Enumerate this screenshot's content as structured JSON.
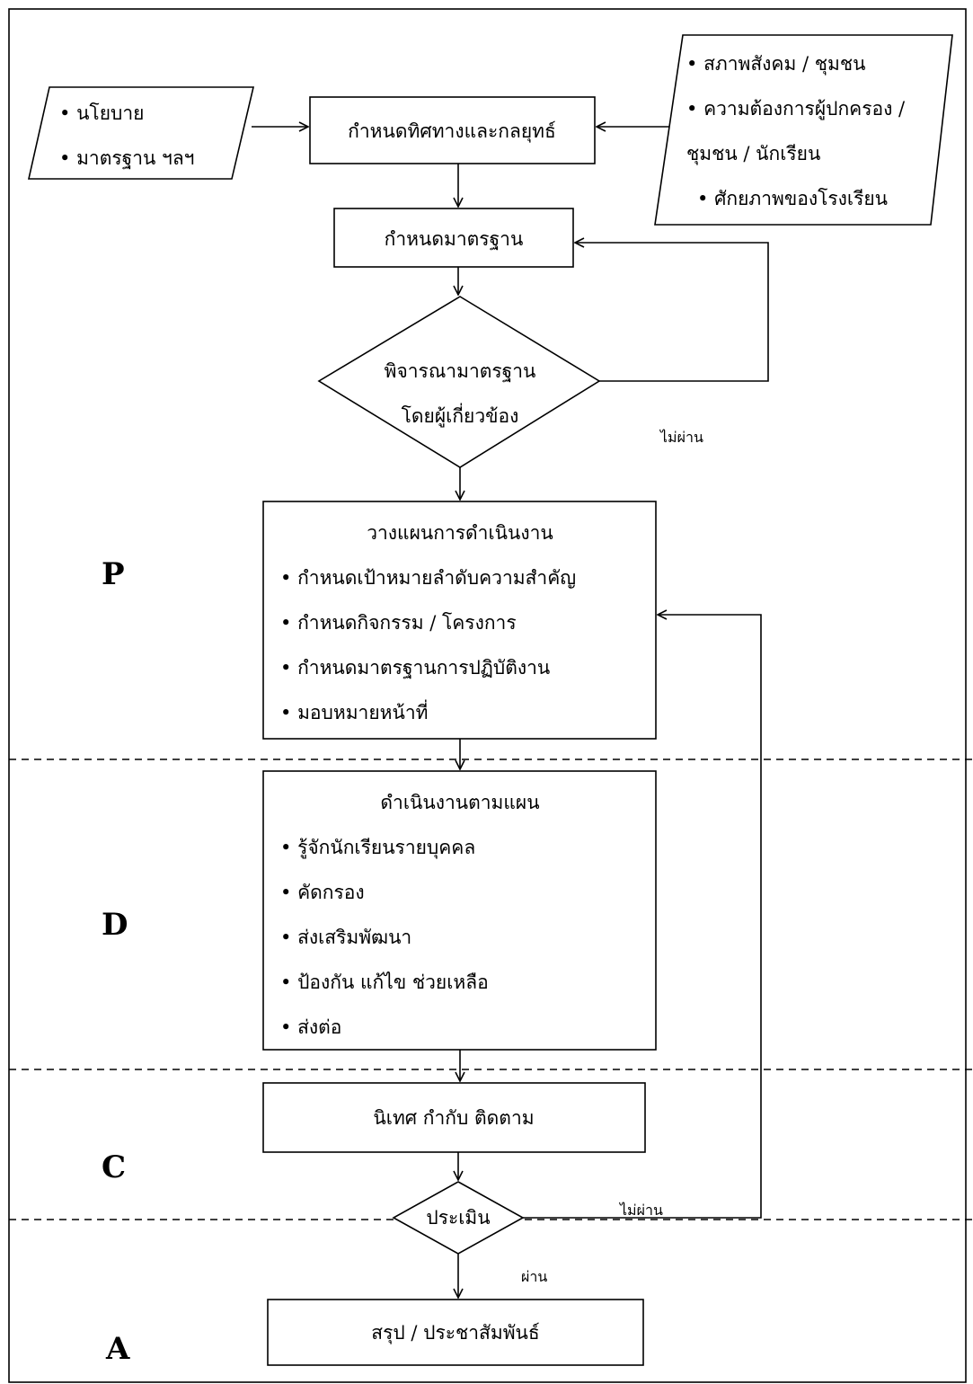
{
  "inputs": {
    "policy": [
      "นโยบาย",
      "มาตรฐาน ฯลฯ"
    ],
    "context": [
      "สภาพสังคม / ชุมชน",
      "ความต้องการผู้ปกครอง /",
      "ชุมชน / นักเรียน",
      "ศักยภาพของโรงเรียน"
    ]
  },
  "steps": {
    "direction": "กำหนดทิศทางและกลยุทธ์",
    "standard": "กำหนดมาตรฐาน",
    "consider": [
      "พิจารณามาตรฐาน",
      "โดยผู้เกี่ยวข้อง"
    ],
    "plan": {
      "title": "วางแผนการดำเนินงาน",
      "items": [
        "กำหนดเป้าหมายลำดับความสำคัญ",
        "กำหนดกิจกรรม / โครงการ",
        "กำหนดมาตรฐานการปฏิบัติงาน",
        "มอบหมายหน้าที่"
      ]
    },
    "do": {
      "title": "ดำเนินงานตามแผน",
      "items": [
        "รู้จักนักเรียนรายบุคคล",
        "คัดกรอง",
        "ส่งเสริมพัฒนา",
        "ป้องกัน แก้ไข ช่วยเหลือ",
        "ส่งต่อ"
      ]
    },
    "check": "นิเทศ กำกับ ติดตาม",
    "evaluate": "ประเมิน",
    "act": "สรุป / ประชาสัมพันธ์"
  },
  "edge_labels": {
    "fail_1": "ไม่ผ่าน",
    "fail_2": "ไม่ผ่าน",
    "pass": "ผ่าน"
  },
  "phases": {
    "p": "P",
    "d": "D",
    "c": "C",
    "a": "A"
  }
}
